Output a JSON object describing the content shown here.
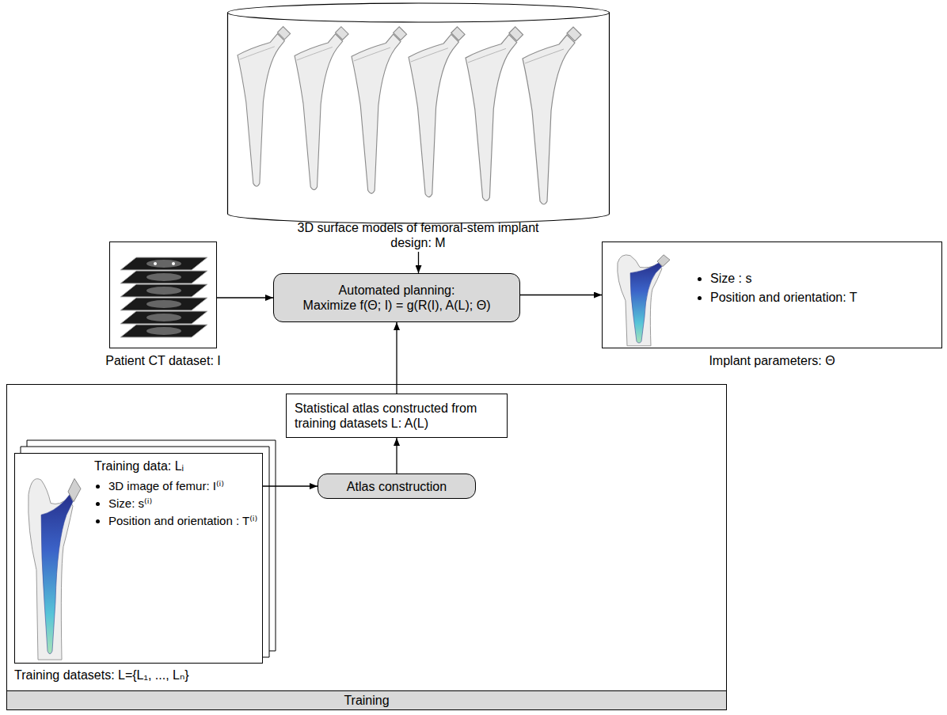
{
  "diagram": {
    "nodes": [
      {
        "text": [
          "3D surface models of femoral-stem implant design: M"
        ]
      },
      {
        "text": [
          "Patient CT dataset: I"
        ]
      },
      {
        "text": [
          "Automated planning:",
          "Maximize f(Θ; I) = g(R(I), A(L); Θ)"
        ]
      },
      {
        "text": [
          "Size : s",
          "Position and orientation: T",
          "Implant parameters: Θ"
        ]
      },
      {
        "text": [
          "Training"
        ]
      },
      {
        "text": [
          "Statistical atlas constructed from training datasets L: A(L)"
        ],
        "in": 4
      },
      {
        "text": [
          "Training data: Lᵢ",
          "3D image of femur: I⁽ⁱ⁾",
          "Size: s⁽ⁱ⁾",
          "Position and orientation : T⁽ⁱ⁾",
          "Training datasets: L={L₁, ..., Lₙ}"
        ],
        "in": 4
      },
      {
        "text": [
          "Atlas construction"
        ],
        "in": 4
      }
    ],
    "edges": [
      {
        "from": 0,
        "to": 2,
        "arrow": "to"
      },
      {
        "from": 1,
        "to": 2,
        "arrow": "to"
      },
      {
        "from": 2,
        "to": 3,
        "arrow": "to"
      },
      {
        "from": 5,
        "to": 2,
        "arrow": "to"
      },
      {
        "from": 6,
        "to": 7,
        "arrow": "to"
      },
      {
        "from": 7,
        "to": 5,
        "arrow": "to"
      }
    ]
  }
}
